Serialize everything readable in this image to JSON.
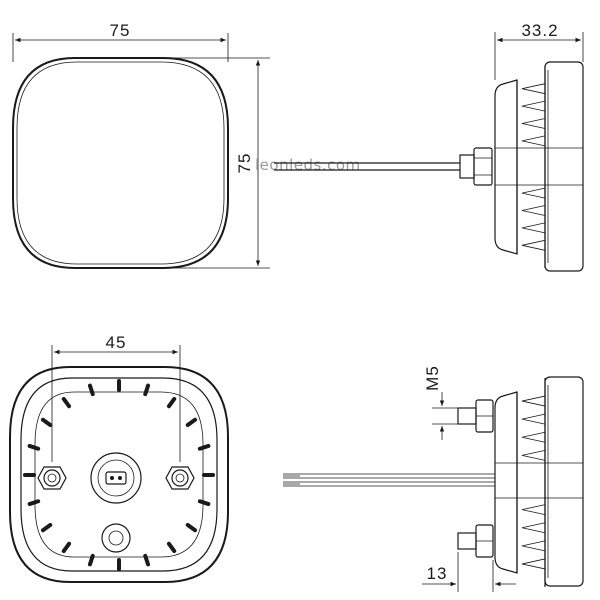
{
  "dimensions": {
    "front_width": "75",
    "front_height": "75",
    "side_depth": "33.2",
    "bolt_spacing": "45",
    "thread": "M5",
    "stud_length": "13"
  },
  "watermark": "leonleds.com",
  "colors": {
    "line": "#1a1a1a",
    "watermark": "#9a9a9a"
  }
}
